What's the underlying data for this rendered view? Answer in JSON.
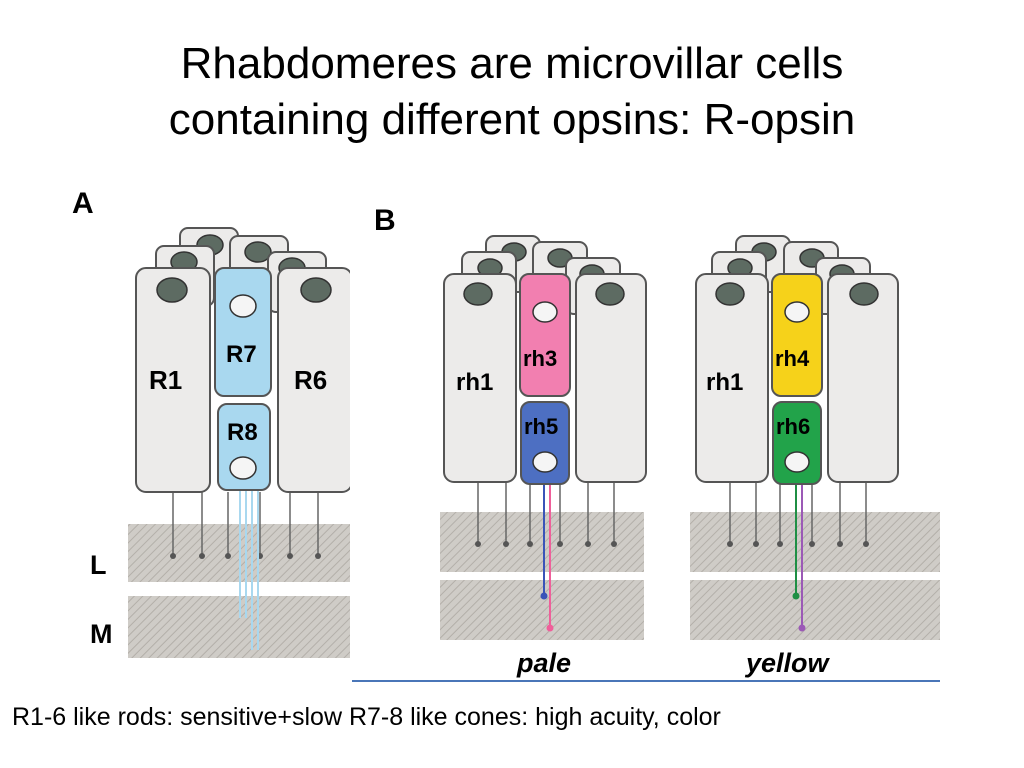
{
  "slide": {
    "title_line1": "Rhabdomeres are microvillar cells",
    "title_line2": "containing different opsins: R-opsin",
    "caption": "R1-6 like rods: sensitive+slow   R7-8 like cones: high acuity, color"
  },
  "figure": {
    "panel_a": "A",
    "panel_b": "B",
    "layer_l": "L",
    "layer_m": "M",
    "a": {
      "left_cell": "R1",
      "right_cell": "R6",
      "top_inner": "R7",
      "bottom_inner": "R8",
      "top_color": "#a9d8ef",
      "bottom_color": "#a9d8ef"
    },
    "pale": {
      "outer_cell": "rh1",
      "top_inner": "rh3",
      "bottom_inner": "rh5",
      "top_color": "#f27fb0",
      "bottom_color": "#4d6fc2",
      "label": "pale"
    },
    "yellow": {
      "outer_cell": "rh1",
      "top_inner": "rh4",
      "bottom_inner": "rh6",
      "top_color": "#f6d21a",
      "bottom_color": "#22a34a",
      "label": "yellow"
    }
  },
  "colors": {
    "outer_cell_fill": "#ecebea",
    "nucleus": "#5d6b62",
    "layer_fill": "#c7c4bf",
    "cell_stroke": "#555555"
  }
}
